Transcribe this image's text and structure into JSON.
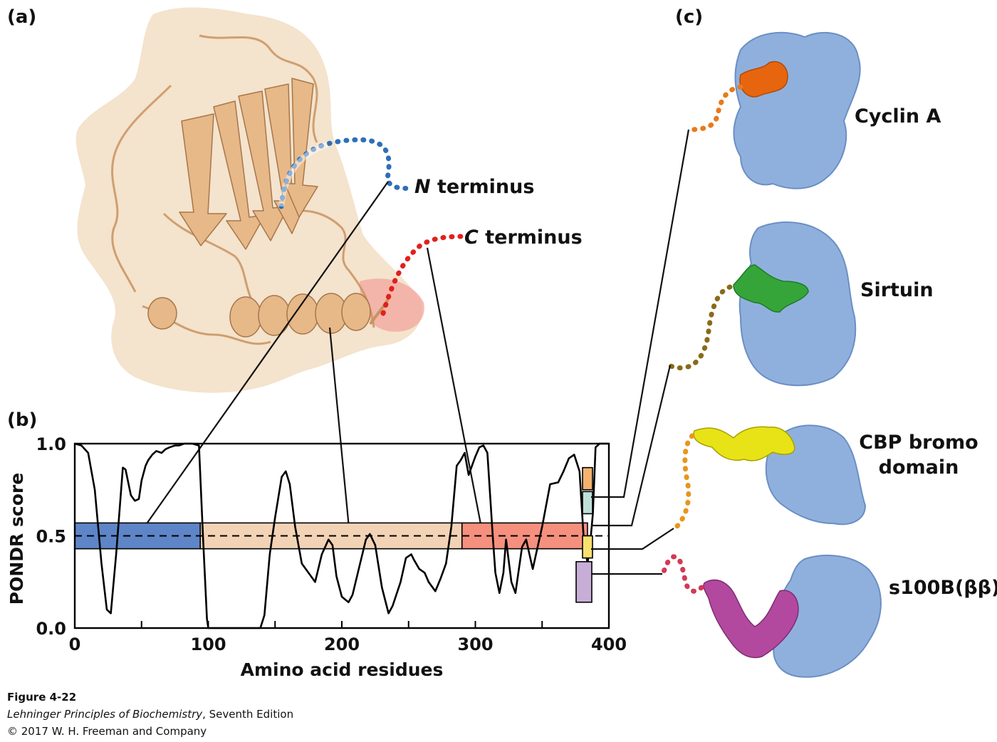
{
  "panels": {
    "a": "(a)",
    "b": "(b)",
    "c": "(c)"
  },
  "callouts": {
    "n_letter": "N",
    "n_rest": " terminus",
    "c_letter": "C",
    "c_rest": " terminus"
  },
  "partners": {
    "cyclin": "Cyclin A",
    "sirtuin": "Sirtuin",
    "cbp_line1": "CBP bromo",
    "cbp_line2": "domain",
    "s100b": "s100B(ββ)"
  },
  "caption": {
    "figure": "Figure 4-22",
    "book_title": "Lehninger Principles of Biochemistry",
    "book_rest": ", Seventh Edition",
    "copyright": "© 2017 W. H. Freeman and Company"
  },
  "colors": {
    "protein_surface": "#f3e0c8",
    "ribbon": "#e7b888",
    "partner_blue": "#8fb0dd",
    "n_term": "#2e6fb6",
    "c_term": "#e0201c",
    "cyclin_peptide": "#e8650f",
    "sirtuin_peptide": "#35a53a",
    "cbp_peptide": "#e8e316",
    "s100b_peptide": "#b2499e"
  },
  "chart_data": {
    "type": "line",
    "xlabel": "Amino acid residues",
    "ylabel": "PONDR score",
    "xlim": [
      0,
      400
    ],
    "ylim": [
      0,
      1
    ],
    "xticks": [
      0,
      100,
      200,
      300,
      400
    ],
    "yticks": [
      0.0,
      0.5,
      1.0
    ],
    "ytick_labels": [
      "0.0",
      "0.5",
      "1.0"
    ],
    "threshold": 0.5,
    "x": [
      0,
      5,
      10,
      15,
      20,
      24,
      27,
      31,
      36,
      38,
      42,
      45,
      48,
      50,
      53,
      55,
      58,
      61,
      65,
      68,
      71,
      75,
      78,
      82,
      88,
      93,
      96,
      99,
      100,
      103,
      110,
      120,
      130,
      139,
      142,
      146,
      150,
      155,
      158,
      161,
      165,
      170,
      175,
      180,
      185,
      190,
      193,
      196,
      200,
      205,
      208,
      213,
      218,
      221,
      225,
      230,
      235,
      238,
      244,
      248,
      252,
      254,
      258,
      262,
      265,
      270,
      274,
      278,
      282,
      286,
      289,
      292,
      295,
      300,
      303,
      306,
      309,
      313,
      315,
      318,
      321,
      323,
      327,
      330,
      335,
      338,
      343,
      346,
      350,
      356,
      362,
      366,
      370,
      374,
      378,
      381,
      384,
      386,
      388,
      390,
      393,
      396,
      400
    ],
    "values": [
      1.0,
      0.99,
      0.95,
      0.75,
      0.35,
      0.1,
      0.08,
      0.4,
      0.87,
      0.86,
      0.72,
      0.69,
      0.7,
      0.8,
      0.88,
      0.91,
      0.94,
      0.96,
      0.95,
      0.97,
      0.98,
      0.99,
      0.99,
      1.0,
      1.0,
      0.99,
      0.5,
      0.05,
      0.0,
      0.0,
      0.0,
      0.0,
      0.0,
      0.0,
      0.07,
      0.4,
      0.6,
      0.82,
      0.85,
      0.78,
      0.55,
      0.35,
      0.3,
      0.25,
      0.4,
      0.48,
      0.45,
      0.28,
      0.17,
      0.14,
      0.18,
      0.33,
      0.48,
      0.51,
      0.45,
      0.22,
      0.08,
      0.12,
      0.25,
      0.38,
      0.4,
      0.37,
      0.32,
      0.3,
      0.25,
      0.2,
      0.27,
      0.35,
      0.55,
      0.88,
      0.91,
      0.95,
      0.83,
      0.93,
      0.98,
      0.99,
      0.95,
      0.5,
      0.3,
      0.19,
      0.3,
      0.48,
      0.25,
      0.19,
      0.44,
      0.48,
      0.32,
      0.42,
      0.55,
      0.78,
      0.79,
      0.85,
      0.92,
      0.94,
      0.85,
      0.5,
      0.35,
      0.46,
      0.62,
      0.98,
      1.0,
      1.0,
      1.0
    ],
    "regions": [
      {
        "start": 0,
        "end": 94,
        "color": "#5e85c7"
      },
      {
        "start": 94,
        "end": 290,
        "color": "#f2d3b6"
      },
      {
        "start": 290,
        "end": 384,
        "color": "#f5907e"
      }
    ],
    "markers": [
      {
        "lo": 0.75,
        "hi": 0.87,
        "color": "#f4b36f"
      },
      {
        "lo": 0.62,
        "hi": 0.74,
        "color": "#bfe0d8"
      },
      {
        "lo": 0.38,
        "hi": 0.5,
        "color": "#f7e070"
      },
      {
        "lo": 0.14,
        "hi": 0.36,
        "color": "#c7aed6"
      }
    ]
  }
}
